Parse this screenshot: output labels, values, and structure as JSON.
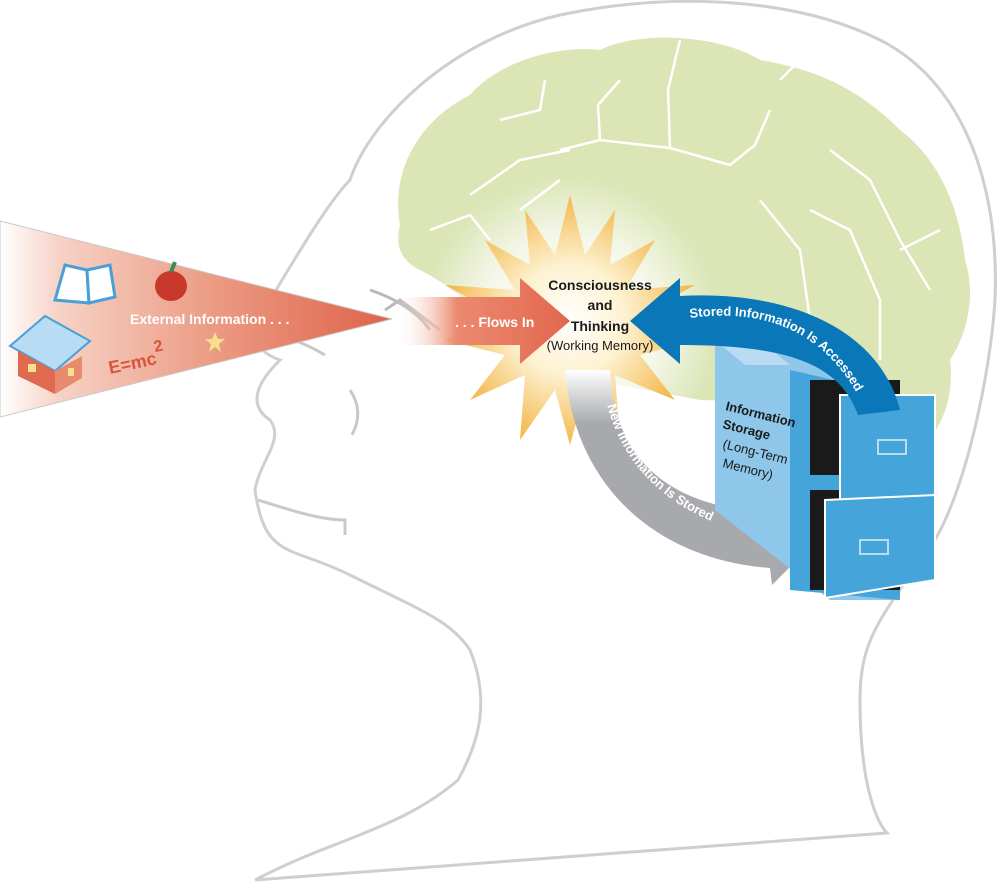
{
  "diagram": {
    "title": "Information processing model of memory",
    "external": {
      "label": "External Information . . .",
      "icons": [
        "book-icon",
        "apple-icon",
        "house-icon",
        "star-icon"
      ],
      "formula_base": "E=mc",
      "formula_exponent": "2"
    },
    "flows_in": {
      "label": ". . . Flows In"
    },
    "working_memory": {
      "line1": "Consciousness",
      "line2": "and",
      "line3": "Thinking",
      "line4": "(Working Memory)"
    },
    "accessed": {
      "label": "Stored Information Is Accessed"
    },
    "stored": {
      "label": "New Information Is Stored"
    },
    "storage": {
      "line1": "Information",
      "line2": "Storage",
      "line3": "(Long-Term",
      "line4": "Memory)"
    },
    "colors": {
      "external_red": "#e0624a",
      "flows_red": "#e2674d",
      "access_blue": "#0a78b8",
      "stored_gray": "#a7a9ac",
      "brain_green": "#dbe5b5",
      "cabinet_light": "#8ec7ea",
      "cabinet_mid": "#45a5da",
      "burst_yellow": "#f6c457",
      "head_outline": "#c9c9c9"
    }
  }
}
